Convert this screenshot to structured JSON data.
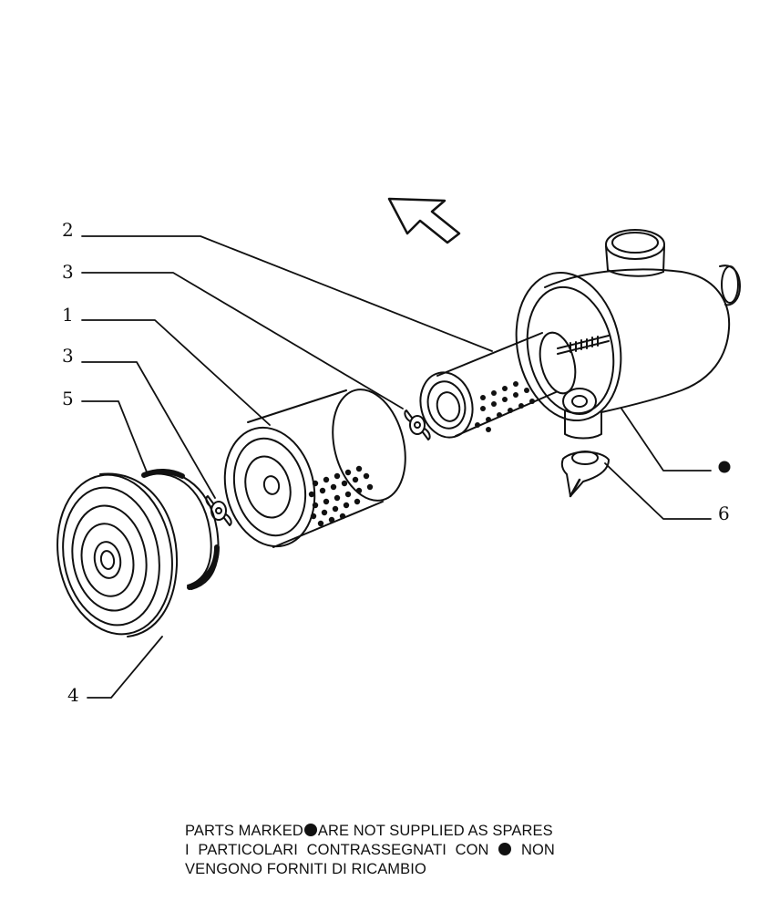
{
  "callouts": {
    "c2": "2",
    "c3_top": "3",
    "c1": "1",
    "c3_bottom": "3",
    "c5": "5",
    "c4": "4",
    "c6": "6"
  },
  "note": {
    "line1_a": "PARTS MARKED",
    "line1_b": "ARE NOT SUPPLIED AS SPARES",
    "line2_a": "I PARTICOLARI CONTRASSEGNATI CON",
    "line2_b": "NON",
    "line3": "VENGONO FORNITI DI RICAMBIO"
  }
}
